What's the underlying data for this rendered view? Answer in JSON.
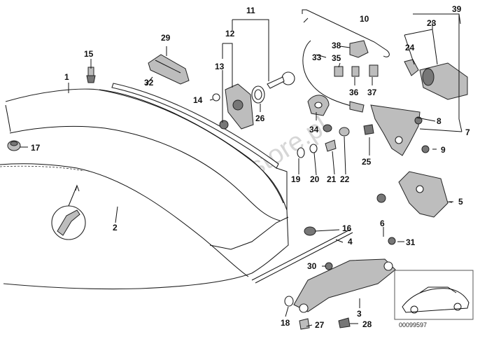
{
  "watermark": "www.BMWstore.pl",
  "diagram_code": "00099597",
  "labels": [
    "1",
    "2",
    "3",
    "4",
    "5",
    "6",
    "7",
    "8",
    "9",
    "10",
    "11",
    "12",
    "13",
    "14",
    "15",
    "16",
    "17",
    "18",
    "19",
    "20",
    "21",
    "22",
    "23",
    "24",
    "25",
    "26",
    "27",
    "28",
    "29",
    "30",
    "31",
    "32",
    "33",
    "34",
    "35",
    "36",
    "37",
    "38",
    "39"
  ]
}
